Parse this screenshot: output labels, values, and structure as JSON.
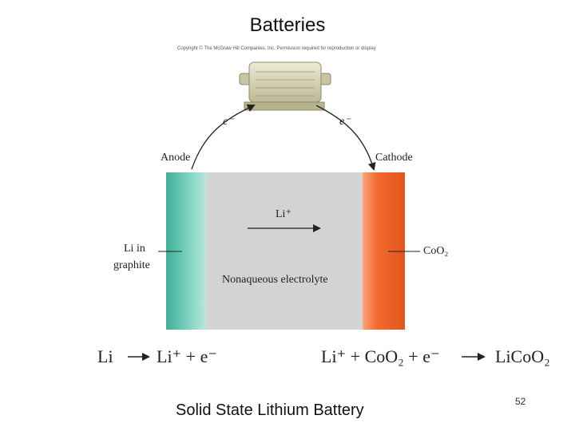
{
  "slide": {
    "title": "Batteries",
    "caption": "Solid State Lithium Battery",
    "page_number": "52"
  },
  "figure": {
    "copyright": "Copyright © The McGraw Hill Companies, Inc. Permission required for reproduction or display",
    "electron_left": "e⁻",
    "electron_right": "e⁻",
    "anode_label": "Anode",
    "cathode_label": "Cathode",
    "ion_label": "Li⁺",
    "left_material_line1": "Li in",
    "left_material_line2": "graphite",
    "right_material": "CoO₂",
    "electrolyte_label": "Nonaqueous electrolyte",
    "colors": {
      "anode": "#5fc2ad",
      "cathode": "#f26a2e",
      "electrolyte": "#d2d3d5",
      "motor": "#d9d6bd"
    }
  },
  "equations": {
    "anode_reactant": "Li",
    "anode_products": "Li⁺ + e⁻",
    "cathode_reactants": "Li⁺ + CoO₂ + e⁻",
    "cathode_product": "LiCoO₂"
  }
}
